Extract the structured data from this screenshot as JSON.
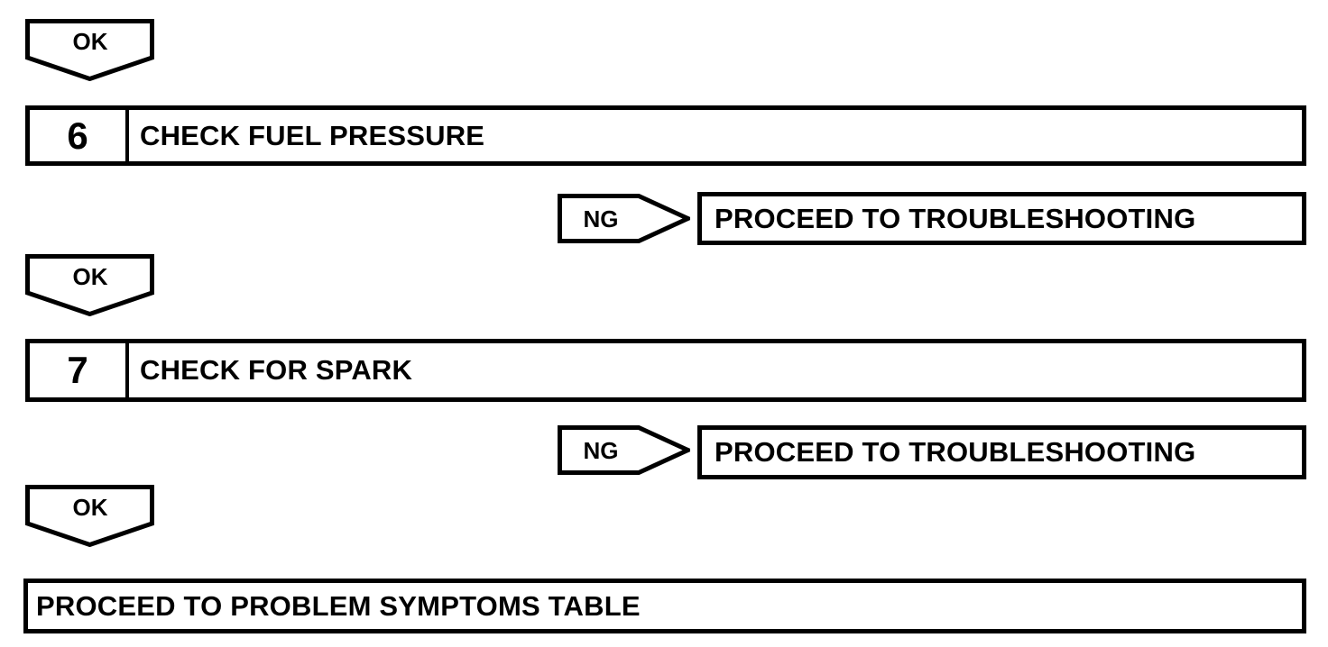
{
  "diagram": {
    "type": "troubleshooting-flowchart",
    "colors": {
      "line": "#000000",
      "background": "#ffffff"
    },
    "connectors": {
      "ok_label": "OK",
      "ng_label": "NG"
    },
    "steps": [
      {
        "number": "6",
        "title": "CHECK FUEL PRESSURE",
        "ng_result": "PROCEED TO TROUBLESHOOTING"
      },
      {
        "number": "7",
        "title": "CHECK FOR SPARK",
        "ng_result": "PROCEED TO TROUBLESHOOTING"
      }
    ],
    "final": "PROCEED TO PROBLEM SYMPTOMS TABLE"
  }
}
